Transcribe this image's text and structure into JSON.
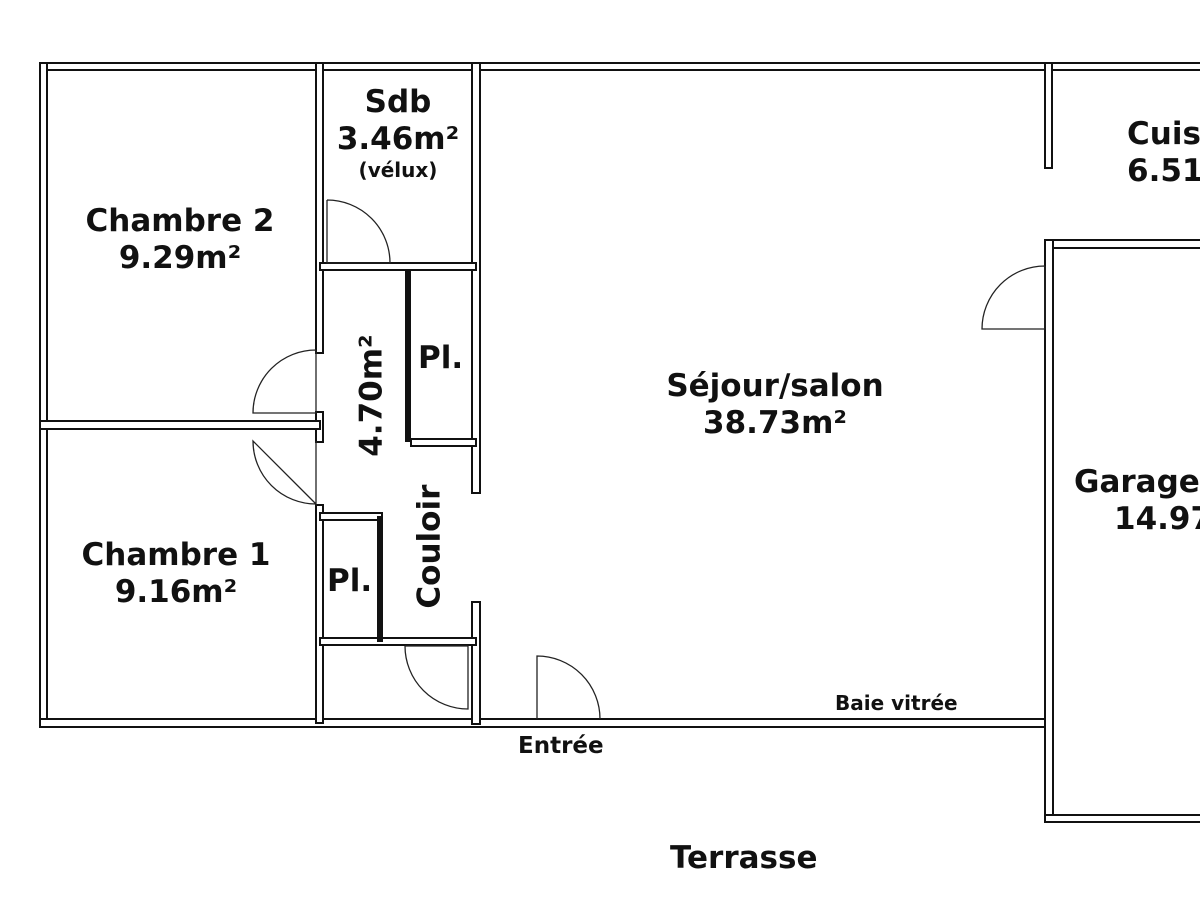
{
  "rooms": {
    "chambre2": {
      "name": "Chambre 2",
      "area": "9.29m²"
    },
    "chambre1": {
      "name": "Chambre 1",
      "area": "9.16m²"
    },
    "sdb": {
      "name": "Sdb",
      "area": "3.46m²",
      "note": "(vélux)"
    },
    "couloir": {
      "name": "Couloir",
      "area": "4.70m²"
    },
    "placard_top": {
      "name": "Pl."
    },
    "placard_bottom": {
      "name": "Pl."
    },
    "sejour": {
      "name": "Séjour/salon",
      "area": "38.73m²"
    },
    "cuisine": {
      "name": "Cuis",
      "area": "6.51"
    },
    "garage": {
      "name": "Garage",
      "area": "14.97"
    }
  },
  "labels": {
    "baie": "Baie vitrée",
    "entree": "Entrée",
    "terrasse": "Terrasse"
  },
  "colors": {
    "wall": "#111111",
    "background": "#ffffff"
  }
}
